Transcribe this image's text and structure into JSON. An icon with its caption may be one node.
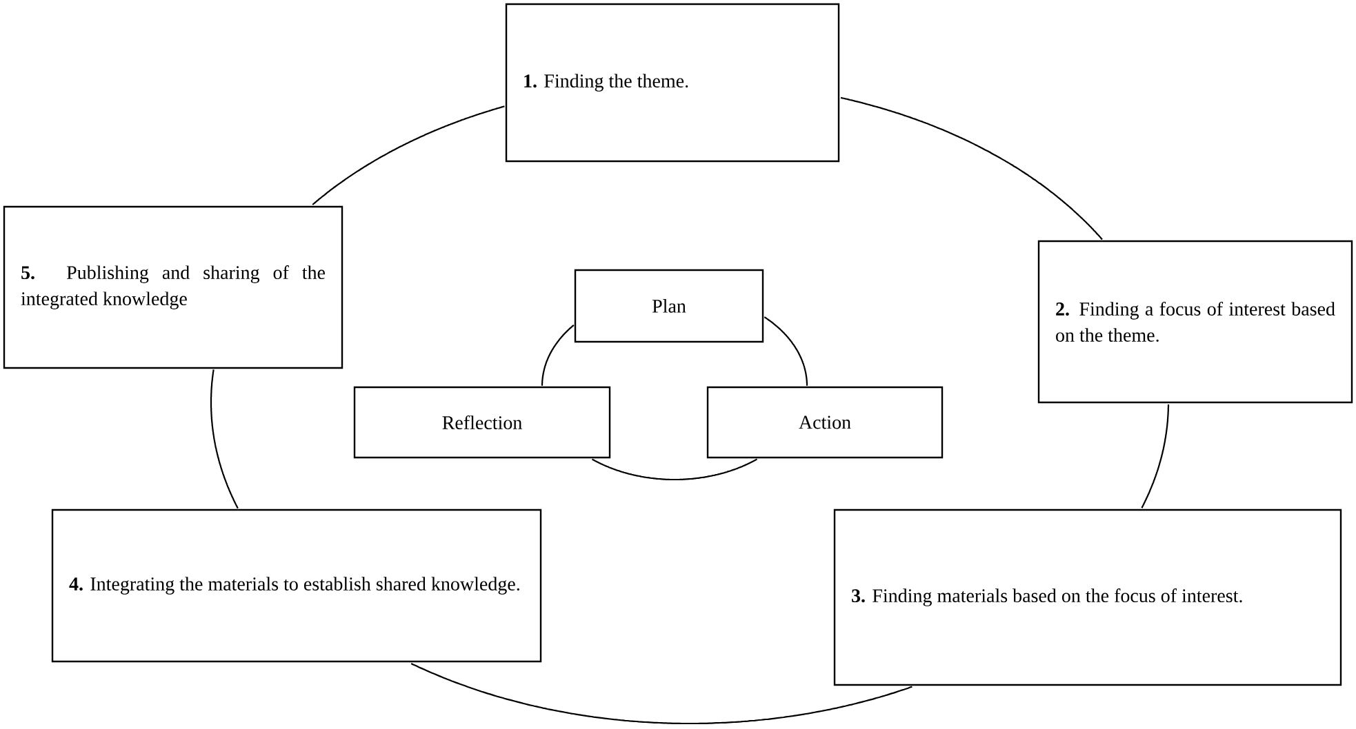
{
  "diagram": {
    "nodes": [
      {
        "text": [
          "**1.** Finding the theme."
        ]
      },
      {
        "text": [
          "**2.** Finding a focus of interest based on the theme."
        ]
      },
      {
        "text": [
          "**3.** Finding materials based on the focus of interest."
        ]
      },
      {
        "text": [
          "**4.** Integrating the materials to establish shared knowledge."
        ]
      },
      {
        "text": [
          "**5.** Publishing and sharing of the integrated knowledge"
        ]
      },
      {
        "text": [
          "Plan"
        ]
      },
      {
        "text": [
          "Reflection"
        ]
      },
      {
        "text": [
          "Action"
        ]
      }
    ],
    "edges": [
      {
        "from": 0,
        "to": 1,
        "arrow": "none"
      },
      {
        "from": 1,
        "to": 2,
        "arrow": "none"
      },
      {
        "from": 2,
        "to": 3,
        "arrow": "none"
      },
      {
        "from": 3,
        "to": 4,
        "arrow": "none"
      },
      {
        "from": 4,
        "to": 0,
        "arrow": "none"
      },
      {
        "from": 5,
        "to": 7,
        "arrow": "none"
      },
      {
        "from": 7,
        "to": 6,
        "arrow": "none"
      },
      {
        "from": 6,
        "to": 5,
        "arrow": "none"
      }
    ]
  }
}
